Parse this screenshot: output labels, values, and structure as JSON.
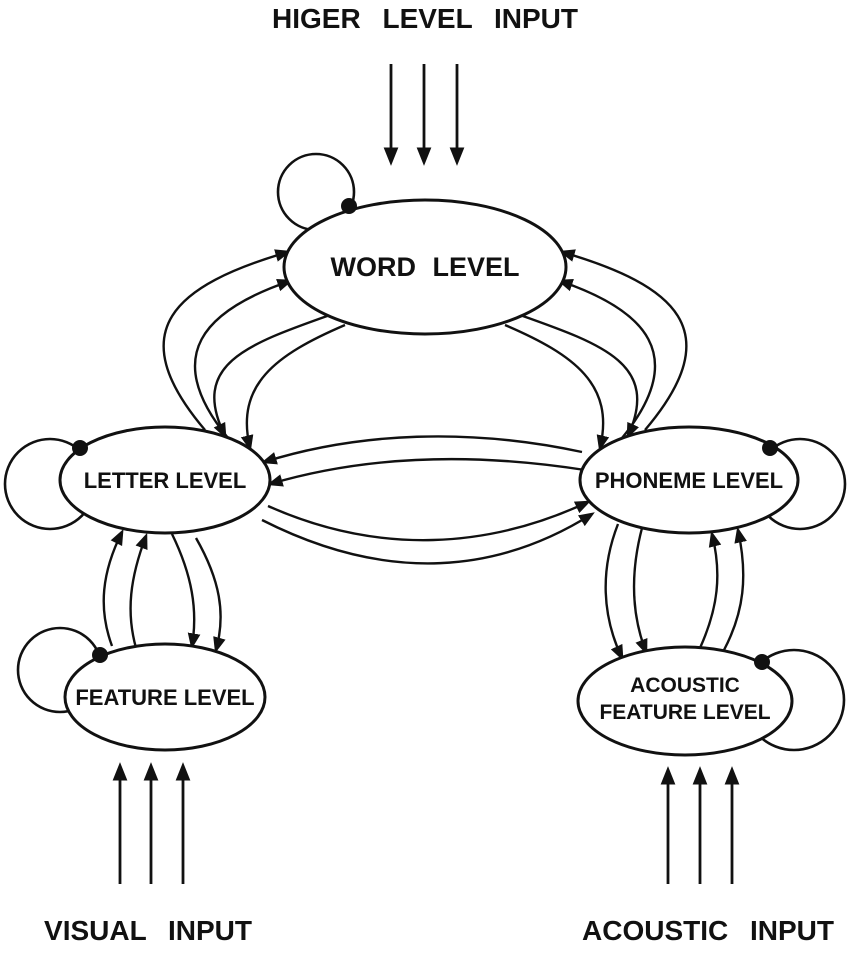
{
  "diagram": {
    "type": "interactive-activation-model",
    "inputs": {
      "top": "HIGER LEVEL INPUT",
      "bottom_left": "VISUAL INPUT",
      "bottom_right": "ACOUSTIC INPUT"
    },
    "nodes": {
      "word": {
        "label": "WORD LEVEL"
      },
      "letter": {
        "label": "LETTER LEVEL"
      },
      "phoneme": {
        "label": "PHONEME LEVEL"
      },
      "feature": {
        "label": "FEATURE LEVEL"
      },
      "acoustic_feature": {
        "label_line1": "ACOUSTIC",
        "label_line2": "FEATURE LEVEL"
      }
    },
    "edges": [
      {
        "from": "higher-level-input",
        "to": "word",
        "type": "input-arrows",
        "count": 3,
        "direction": "down"
      },
      {
        "from": "visual-input",
        "to": "feature",
        "type": "input-arrows",
        "count": 3,
        "direction": "up"
      },
      {
        "from": "acoustic-input",
        "to": "acoustic_feature",
        "type": "input-arrows",
        "count": 3,
        "direction": "up"
      },
      {
        "from": "word",
        "to": "letter",
        "type": "bidirectional-excitatory",
        "arrows_each_way": 2
      },
      {
        "from": "word",
        "to": "phoneme",
        "type": "bidirectional-excitatory",
        "arrows_each_way": 2
      },
      {
        "from": "letter",
        "to": "phoneme",
        "type": "bidirectional-excitatory",
        "arrows_each_way": 2
      },
      {
        "from": "letter",
        "to": "feature",
        "type": "bidirectional-excitatory",
        "arrows_each_way": 2
      },
      {
        "from": "phoneme",
        "to": "acoustic_feature",
        "type": "bidirectional-excitatory",
        "arrows_each_way": 2
      },
      {
        "node": "word",
        "type": "self-inhibitory-loop"
      },
      {
        "node": "letter",
        "type": "self-inhibitory-loop"
      },
      {
        "node": "phoneme",
        "type": "self-inhibitory-loop"
      },
      {
        "node": "feature",
        "type": "self-inhibitory-loop"
      },
      {
        "node": "acoustic_feature",
        "type": "self-inhibitory-loop"
      }
    ],
    "colors": {
      "ink": "#111111",
      "background": "#ffffff"
    }
  }
}
